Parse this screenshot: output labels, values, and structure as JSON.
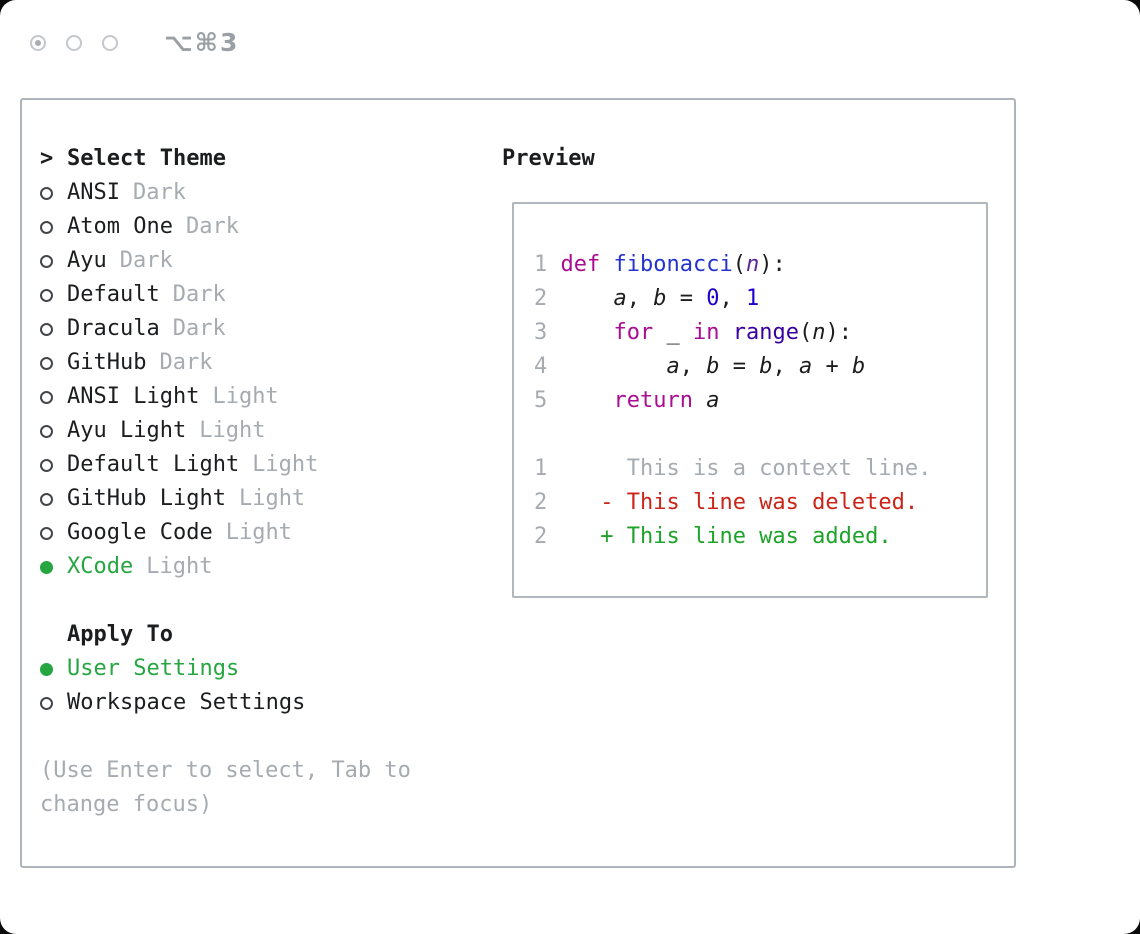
{
  "titlebar": {
    "shortcut": "⌥⌘3"
  },
  "colors": {
    "accent_green": "#26a641",
    "muted_gray": "#a6abb1",
    "diff_red": "#cb2418",
    "diff_green": "#1ea32a",
    "keyword_magenta": "#a90d91",
    "function_blue": "#2433ce",
    "builtin_purple": "#3900a0",
    "number_blue": "#1c01ce",
    "border_gray": "#aeb4ba"
  },
  "theme_panel": {
    "header_prefix": ">",
    "header": "Select Theme",
    "themes": [
      {
        "name": "ANSI",
        "variant": "Dark",
        "selected": false
      },
      {
        "name": "Atom One",
        "variant": "Dark",
        "selected": false
      },
      {
        "name": "Ayu",
        "variant": "Dark",
        "selected": false
      },
      {
        "name": "Default",
        "variant": "Dark",
        "selected": false
      },
      {
        "name": "Dracula",
        "variant": "Dark",
        "selected": false
      },
      {
        "name": "GitHub",
        "variant": "Dark",
        "selected": false
      },
      {
        "name": "ANSI Light",
        "variant": "Light",
        "selected": false
      },
      {
        "name": "Ayu Light",
        "variant": "Light",
        "selected": false
      },
      {
        "name": "Default Light",
        "variant": "Light",
        "selected": false
      },
      {
        "name": "GitHub Light",
        "variant": "Light",
        "selected": false
      },
      {
        "name": "Google Code",
        "variant": "Light",
        "selected": false
      },
      {
        "name": "XCode",
        "variant": "Light",
        "selected": true
      }
    ],
    "apply_header": "Apply To",
    "apply_options": [
      {
        "name": "User Settings",
        "selected": true
      },
      {
        "name": "Workspace Settings",
        "selected": false
      }
    ],
    "help": "(Use Enter to select, Tab to change focus)"
  },
  "preview": {
    "label": "Preview",
    "code": [
      {
        "num": "1",
        "segs": [
          [
            "def",
            "kw"
          ],
          [
            " ",
            ""
          ],
          [
            "fibonacci",
            "fn"
          ],
          [
            "(",
            ""
          ],
          [
            "n",
            "param"
          ],
          [
            "):",
            ""
          ]
        ]
      },
      {
        "num": "2",
        "segs": [
          [
            "    ",
            ""
          ],
          [
            "a",
            "var"
          ],
          [
            ", ",
            ""
          ],
          [
            "b",
            "var"
          ],
          [
            " = ",
            ""
          ],
          [
            "0",
            "num"
          ],
          [
            ", ",
            ""
          ],
          [
            "1",
            "num"
          ]
        ]
      },
      {
        "num": "3",
        "segs": [
          [
            "    ",
            ""
          ],
          [
            "for",
            "kw"
          ],
          [
            " _ ",
            ""
          ],
          [
            "in",
            "kw"
          ],
          [
            " ",
            ""
          ],
          [
            "range",
            "builtin"
          ],
          [
            "(",
            ""
          ],
          [
            "n",
            "var"
          ],
          [
            "):",
            ""
          ]
        ]
      },
      {
        "num": "4",
        "segs": [
          [
            "        ",
            ""
          ],
          [
            "a",
            "var"
          ],
          [
            ", ",
            ""
          ],
          [
            "b",
            "var"
          ],
          [
            " = ",
            ""
          ],
          [
            "b",
            "var"
          ],
          [
            ", ",
            ""
          ],
          [
            "a",
            "var"
          ],
          [
            " + ",
            ""
          ],
          [
            "b",
            "var"
          ]
        ]
      },
      {
        "num": "5",
        "segs": [
          [
            "    ",
            ""
          ],
          [
            "return",
            "kw"
          ],
          [
            " ",
            ""
          ],
          [
            "a",
            "var"
          ]
        ]
      }
    ],
    "diff": [
      {
        "num": "1",
        "marker": " ",
        "text": "This is a context line.",
        "kind": "context"
      },
      {
        "num": "2",
        "marker": "-",
        "text": "This line was deleted.",
        "kind": "deleted"
      },
      {
        "num": "2",
        "marker": "+",
        "text": "This line was added.",
        "kind": "added"
      }
    ]
  }
}
